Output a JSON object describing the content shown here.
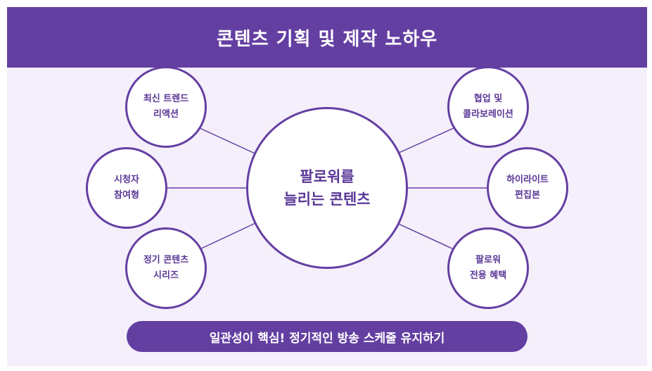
{
  "header": {
    "title": "콘텐츠 기획 및 제작 노하우"
  },
  "center": {
    "line1": "팔로워를",
    "line2": "늘리는 콘텐츠"
  },
  "nodes": {
    "trend": {
      "line1": "최신 트렌드",
      "line2": "리액션"
    },
    "participation": {
      "line1": "시청자",
      "line2": "참여형"
    },
    "series": {
      "line1": "정기 콘텐츠",
      "line2": "시리즈"
    },
    "collab": {
      "line1": "협업 및",
      "line2": "콜라보레이션"
    },
    "highlight": {
      "line1": "하이라이트",
      "line2": "편집본"
    },
    "benefit": {
      "line1": "팔로워",
      "line2": "전용 혜택"
    }
  },
  "banner": {
    "text": "일관성이 핵심! 정기적인 방송 스케줄 유지하기"
  },
  "colors": {
    "primary": "#643fa2",
    "background": "#f4effb",
    "node_fill": "#ffffff",
    "text": "#5a3796"
  }
}
